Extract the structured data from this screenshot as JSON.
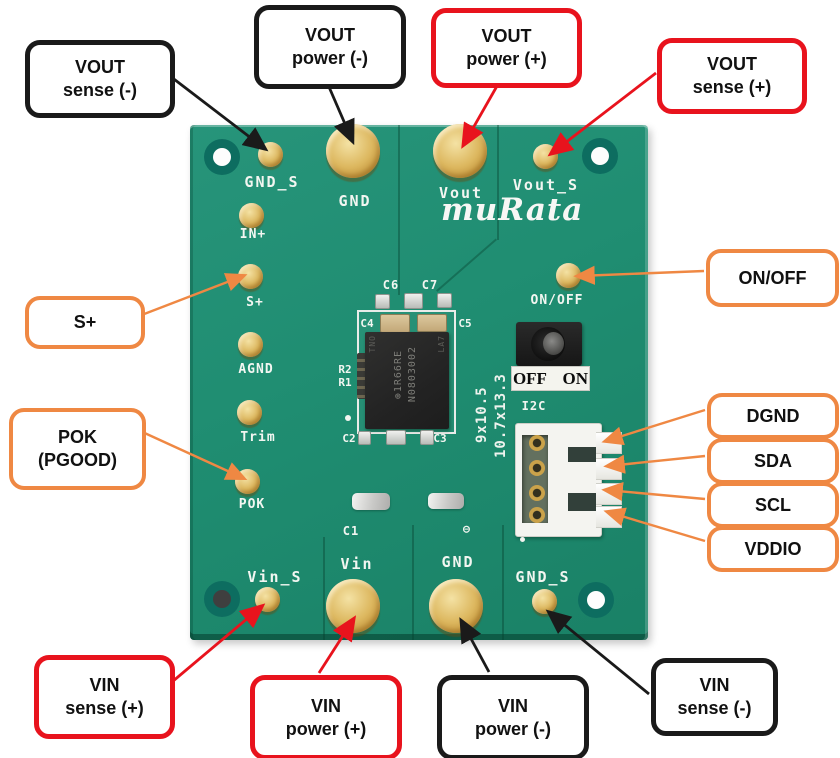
{
  "pcb": {
    "logo": "muRata",
    "pads": {
      "gnd_s_top": "GND_S",
      "gnd_top": "GND",
      "vout": "Vout",
      "vout_s": "Vout_S",
      "in_plus": "IN+",
      "s_plus": "S+",
      "agnd": "AGND",
      "trim": "Trim",
      "pok": "POK",
      "on_off": "ON/OFF",
      "vin_s": "Vin_S",
      "vin": "Vin",
      "gnd_bottom": "GND",
      "gnd_s_bottom": "GND_S"
    },
    "components": {
      "c1": "C1",
      "c2": "C2",
      "c3": "C3",
      "c4": "C4",
      "c5": "C5",
      "c6": "C6",
      "c7": "C7",
      "r1": "R1",
      "r2": "R2"
    },
    "ic": {
      "marking_line1": "⊕1R66RE",
      "marking_line2": "N0803002",
      "corner_a": "TNO",
      "corner_b": "LA7",
      "dim_a": "9x10.5",
      "dim_b": "10.7x13.3"
    },
    "switch_plate": "OFF ON",
    "i2c_label": "I2C",
    "minus_mark": "⊖"
  },
  "callouts": {
    "vout_sense_minus": {
      "line1": "VOUT",
      "line2": "sense (-)",
      "color": "black"
    },
    "vout_power_minus": {
      "line1": "VOUT",
      "line2": "power (-)",
      "color": "black"
    },
    "vout_power_plus": {
      "line1": "VOUT",
      "line2": "power (+)",
      "color": "red"
    },
    "vout_sense_plus": {
      "line1": "VOUT",
      "line2": "sense (+)",
      "color": "red"
    },
    "on_off": {
      "line1": "ON/OFF",
      "color": "orange"
    },
    "dgnd": {
      "line1": "DGND",
      "color": "orange"
    },
    "sda": {
      "line1": "SDA",
      "color": "orange"
    },
    "scl": {
      "line1": "SCL",
      "color": "orange"
    },
    "vddio": {
      "line1": "VDDIO",
      "color": "orange"
    },
    "s_plus": {
      "line1": "S+",
      "color": "orange"
    },
    "pok": {
      "line1": "POK",
      "line2": "(PGOOD)",
      "color": "orange"
    },
    "vin_sense_plus": {
      "line1": "VIN",
      "line2": "sense (+)",
      "color": "red"
    },
    "vin_power_plus": {
      "line1": "VIN",
      "line2": "power (+)",
      "color": "red"
    },
    "vin_power_minus": {
      "line1": "VIN",
      "line2": "power (-)",
      "color": "black"
    },
    "vin_sense_minus": {
      "line1": "VIN",
      "line2": "sense (-)",
      "color": "black"
    }
  },
  "colors": {
    "callout_black": "#1a1a1a",
    "callout_red": "#e8131d",
    "callout_orange": "#ef8843",
    "pcb_green": "#1f8d71",
    "pad_gold": "#d8b258",
    "silkscreen_white": "#f2f6f1"
  }
}
